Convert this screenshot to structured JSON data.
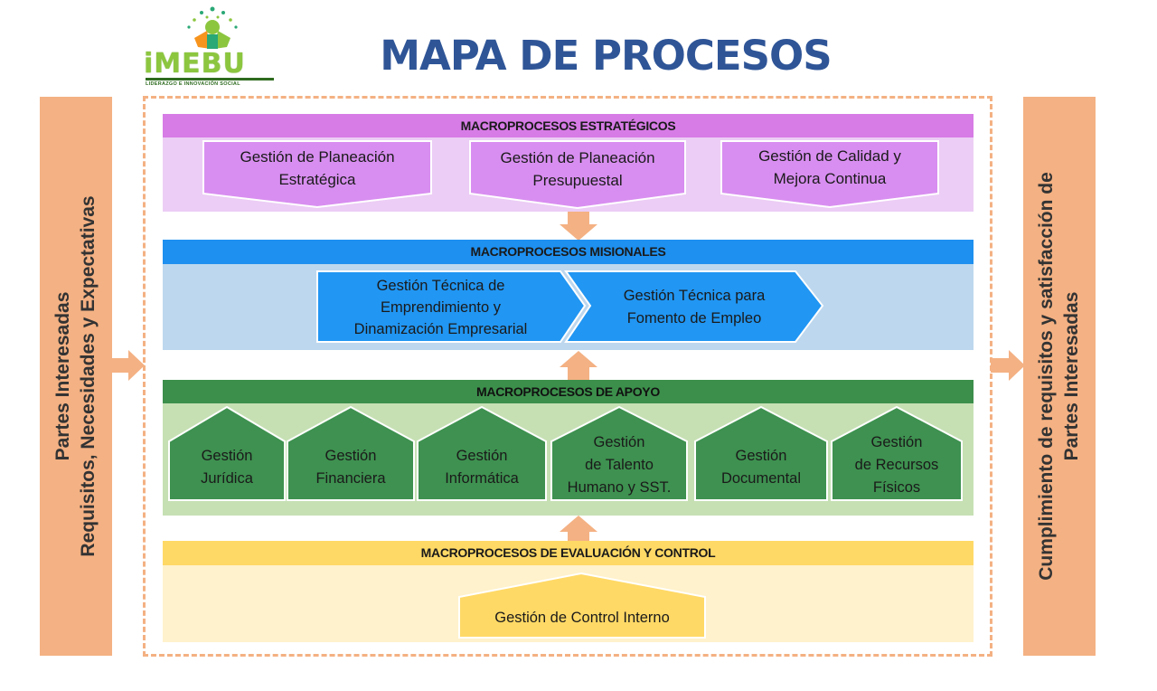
{
  "title": "MAPA DE PROCESOS",
  "logo": {
    "name": "iMEBU",
    "tagline": "LIDERAZGO E INNOVACIÓN SOCIAL",
    "colors": {
      "green": "#8cc63f",
      "dark_green": "#2e6b1f",
      "orange": "#f7941d",
      "teal": "#2aa876"
    }
  },
  "left_panel": {
    "line1": "Partes Interesadas",
    "line2": "Requisitos, Necesidades y Expectativas"
  },
  "right_panel": {
    "line1": "Cumplimiento de requisitos y satisfacción  de",
    "line2": "Partes Interesadas"
  },
  "colors": {
    "side_panel": "#f4b183",
    "arrow": "#f4b183",
    "frame_dash": "#f4b183",
    "title": "#2f5597"
  },
  "sections": {
    "estrategicos": {
      "header": "MACROPROCESOS ESTRATÉGICOS",
      "colors": {
        "header": "#d77be6",
        "band": "#eccdf5",
        "shape": "#d88ef0"
      },
      "items": [
        {
          "line1": "Gestión de Planeación",
          "line2": "Estratégica"
        },
        {
          "line1": "Gestión de Planeación",
          "line2": "Presupuestal"
        },
        {
          "line1": "Gestión de Calidad y",
          "line2": "Mejora Continua"
        }
      ]
    },
    "misionales": {
      "header": "MACROPROCESOS MISIONALES",
      "colors": {
        "header": "#1e90f0",
        "band": "#bdd7ee",
        "shape": "#2196f3"
      },
      "items": [
        {
          "lines": [
            "Gestión Técnica de",
            "Emprendimiento y",
            "Dinamización Empresarial"
          ]
        },
        {
          "lines": [
            "Gestión Técnica para",
            "Fomento de Empleo"
          ]
        }
      ]
    },
    "apoyo": {
      "header": "MACROPROCESOS DE APOYO",
      "colors": {
        "header": "#3c8f4b",
        "band": "#c6e0b4",
        "shape": "#3e9150"
      },
      "items": [
        {
          "lines": [
            "Gestión",
            "Jurídica"
          ]
        },
        {
          "lines": [
            "Gestión",
            "Financiera"
          ]
        },
        {
          "lines": [
            "Gestión",
            "Informática"
          ]
        },
        {
          "lines": [
            "Gestión",
            "de Talento",
            "Humano y SST."
          ]
        },
        {
          "lines": [
            "Gestión",
            "Documental"
          ]
        },
        {
          "lines": [
            "Gestión",
            "de Recursos",
            "Físicos"
          ]
        }
      ]
    },
    "evaluacion": {
      "header": "MACROPROCESOS DE EVALUACIÓN Y CONTROL",
      "colors": {
        "header": "#ffd966",
        "band": "#fff2cc",
        "shape": "#ffd966"
      },
      "items": [
        {
          "lines": [
            "Gestión de Control Interno"
          ]
        }
      ]
    }
  }
}
